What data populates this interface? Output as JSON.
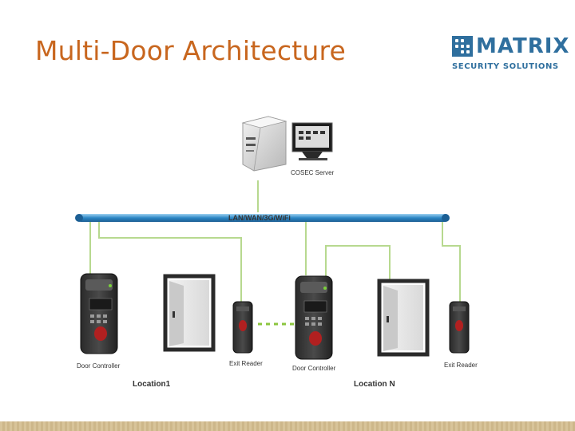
{
  "title": "Multi-Door Architecture",
  "logo": {
    "name": "MATRIX",
    "tagline": "SECURITY SOLUTIONS"
  },
  "network": {
    "label": "LAN/WAN/3G/WiFi"
  },
  "server": {
    "label": "COSEC Server"
  },
  "locations": [
    {
      "name": "Location1",
      "controller_label": "Door Controller",
      "reader_label": "Exit Reader"
    },
    {
      "name": "Location N",
      "controller_label": "Door Controller",
      "reader_label": "Exit Reader"
    }
  ],
  "colors": {
    "title": "#c8661e",
    "brand": "#2f6f9e",
    "network": "#2b86c5",
    "wire": "#b7d98f",
    "link": "#8cc63f"
  }
}
